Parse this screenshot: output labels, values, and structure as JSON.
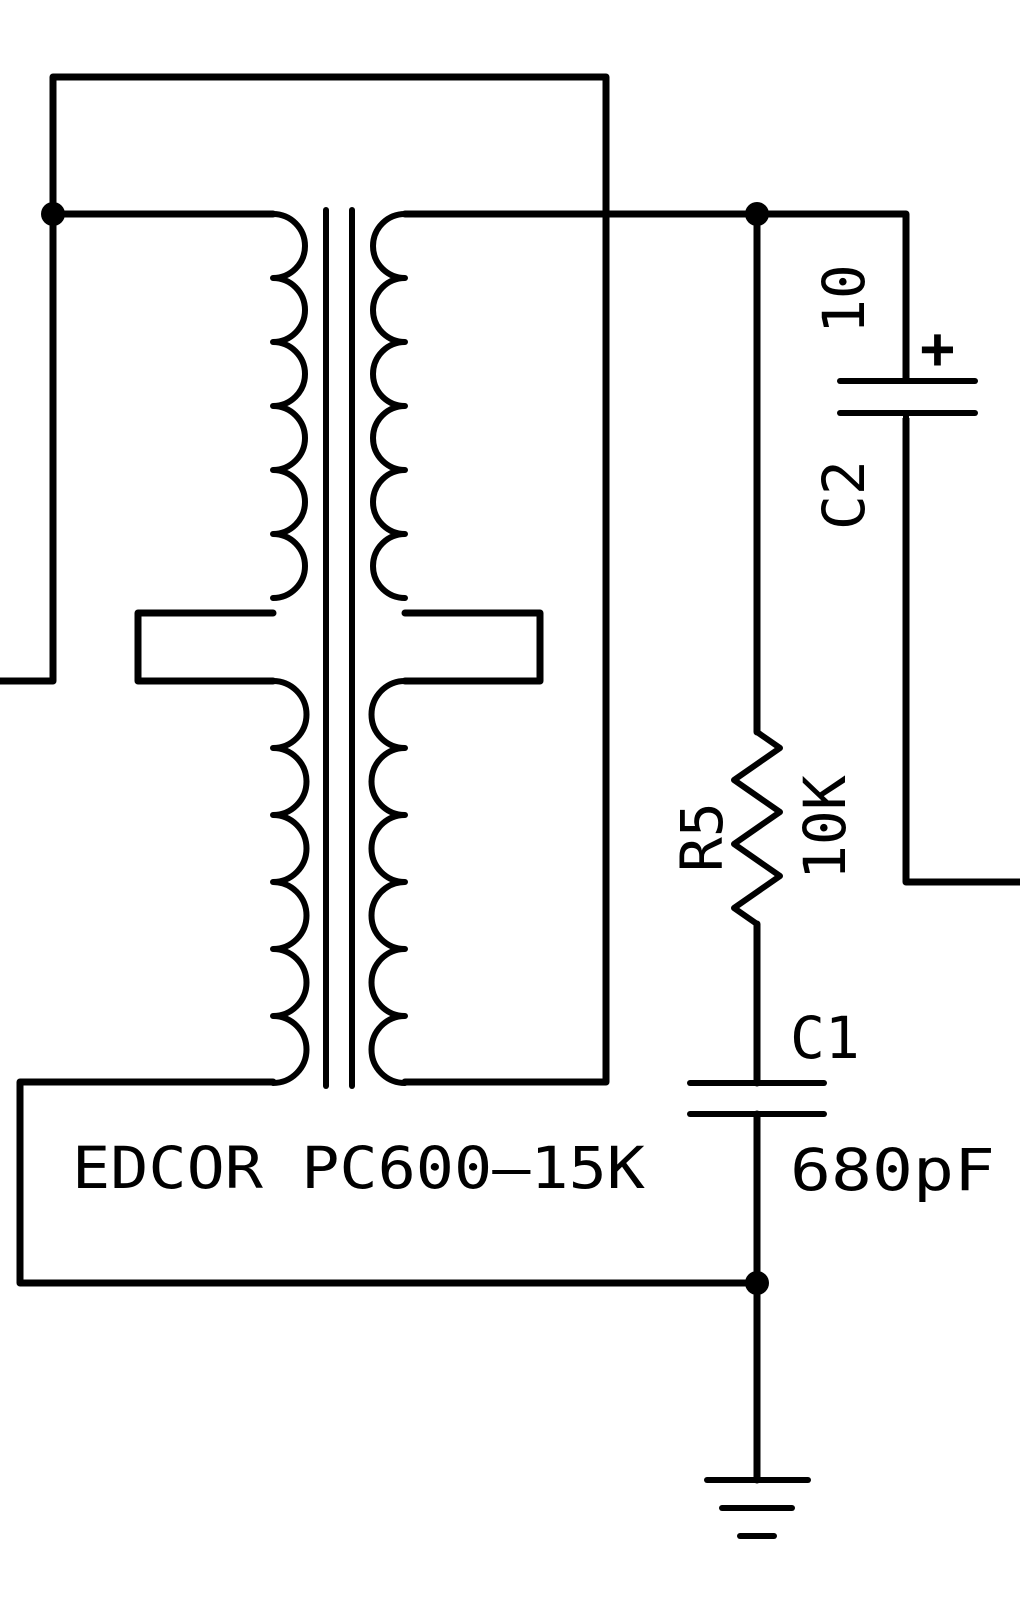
{
  "transformer": {
    "part": "EDCOR PC600—15K"
  },
  "resistor": {
    "ref": "R5",
    "value": "10K"
  },
  "cap_c1": {
    "ref": "C1",
    "value": "680pF"
  },
  "cap_c2": {
    "ref": "C2",
    "value": "10",
    "polarity": "+"
  },
  "colors": {
    "ink": "#000000",
    "paper": "#ffffff"
  },
  "icons": {
    "transformer": "transformer-icon",
    "resistor": "resistor-icon",
    "capacitor": "capacitor-icon",
    "polarized_capacitor": "polarized-capacitor-icon",
    "ground": "ground-icon"
  }
}
